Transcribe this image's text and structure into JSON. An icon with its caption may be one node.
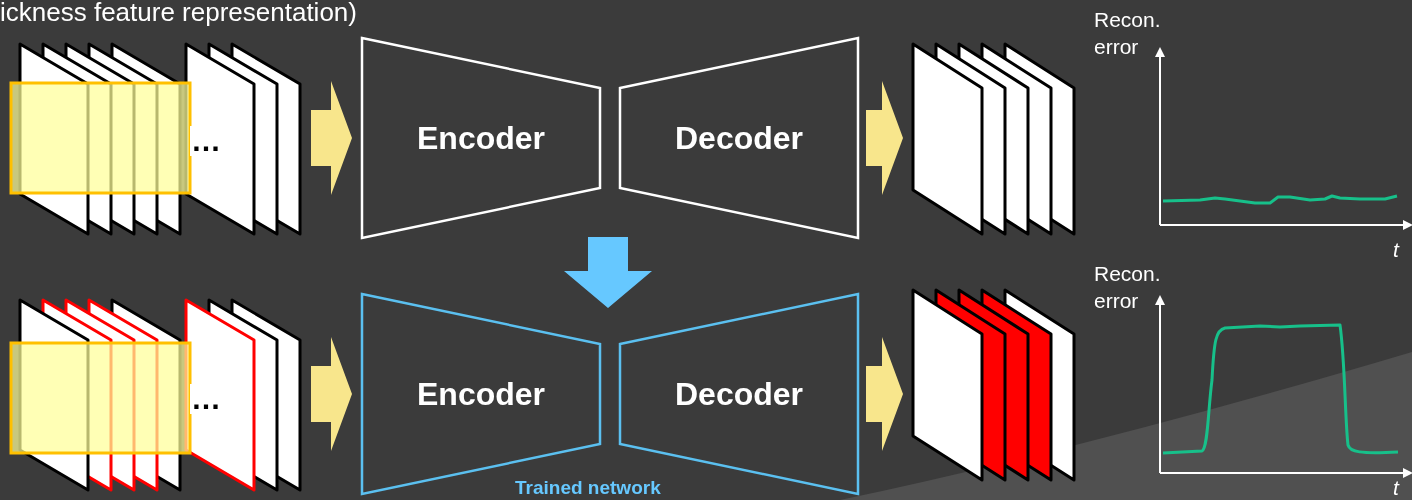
{
  "diagram": {
    "nodes": [
      {
        "text": [],
        "shape": "picture"
      },
      {
        "text": [
          "Encoder"
        ]
      },
      {
        "text": [
          "Decoder"
        ]
      },
      {
        "text": [],
        "shape": "picture"
      },
      {
        "text": [],
        "shape": "picture"
      },
      {
        "text": [
          "Encoder"
        ]
      },
      {
        "text": [
          "Decoder"
        ]
      },
      {
        "text": [],
        "shape": "picture"
      }
    ],
    "edges": [
      {
        "from": 0,
        "to": 1,
        "arrow": "to"
      },
      {
        "from": 2,
        "to": 3,
        "arrow": "to"
      },
      {
        "from": 4,
        "to": 5,
        "arrow": "to"
      },
      {
        "from": 6,
        "to": 7,
        "arrow": "to"
      },
      {
        "from": null,
        "to": 5,
        "arrow": "to",
        "color": "#66c8ff"
      }
    ],
    "labels": [
      "ickness feature representation)",
      "…",
      "Recon. error",
      "t",
      "…",
      "Recon. error",
      "t",
      "Trained network"
    ]
  }
}
